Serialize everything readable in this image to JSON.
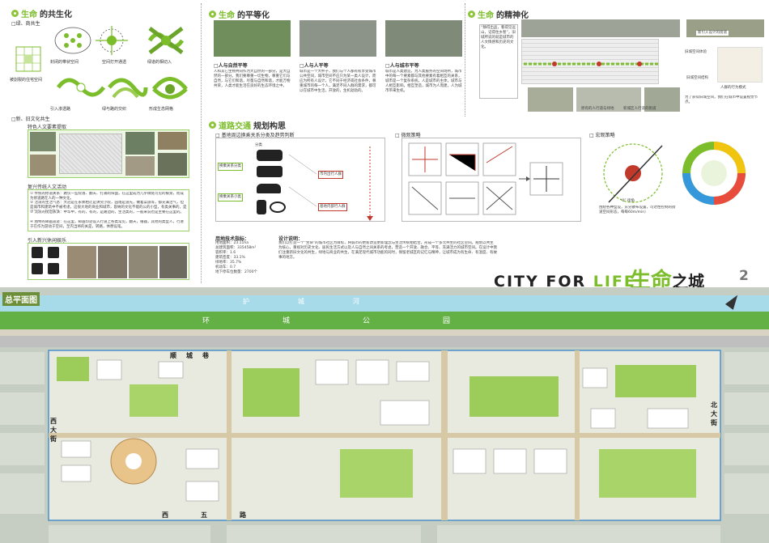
{
  "section_commensal": {
    "title_hl": "生命",
    "title_rest": "的共生化",
    "sub1": "□绿、商共生",
    "diagram1_labels": [
      "封闭的带状空间",
      "空间打开通透",
      "绿道的相切入"
    ],
    "diagram2_labels": [
      "被割裂的住宅空间",
      "引入渗透路",
      "绿与路的交织",
      "形成生态网格"
    ],
    "sub2": "□新、旧文化共生",
    "sub2a": "特色人文要素提取",
    "sub2b": "复兴传统人文活动",
    "activities": [
      "① 传统的修道关系：路仅一些院落、翻天、打捕的阳面，在这里成为几乎微处可见的被景，而成为修道路在人的一种文化。",
      "② 活泼的生活气息：大冠是在永奏相迁是讲究小院，园落是道先，做着菜旅等，都充满活气，但是城市和建筑中不被考虑，这很大地的商业和城市，容纳的文化不能的公的小型，有类关事的，是该很有，有的是的。",
      "③ 流浪的街边表演：中华中，有的，有的，是路边的，生活类的，一般来说也是主要在这里的。",
      "④ 独特的邮画遗迹：在这里，邮画印迹设入行道上各类常见，翻天，锤器，其他的类型人，行进于在作为游动于空间，至内当将的关是，转路，休憩设笔。"
    ],
    "sub2c": "引入新兴休闲娱乐"
  },
  "section_equality": {
    "title_hl": "生命",
    "title_rest": "的平等化",
    "items": [
      {
        "head": "□人与自然平等",
        "body": "人和其它生物共同作为大自然的一部分，是大自然的一部分。我们要尊重一切生物，尊重它们与自然，与它们和谐，尽量与自然和谐，才能万物共荣，人类才能生活在良好的生态环境之中。"
      },
      {
        "head": "□人与人平等",
        "body": "城市是一个大杯子，我们与个人都有权享受城市公共空间，城市空间不应只为某一类人设计，而应为所有人设计，它不同于经济或社会条件，尊重城市的每一个人，满足不同人群的需求，都可以在城市中生活，开放的，生机勃勃的。"
      },
      {
        "head": "□人与城市平等",
        "body": "城市是人类建造，为人类服务的空间场所，城市中的每一个要素都与其他要素有着相互的关系，城市是一个复杂系统，人是城市的主体，城市与人相互影响，相互塑造，城市为人而建，人为城市带来生机。"
      }
    ]
  },
  "section_spirit": {
    "title_hl": "生命",
    "title_rest": "的精神化",
    "text1": "“静得出品，看得见远山，记得住乡愁”，旧城所说的就是城市的人文情感和历史的文化。",
    "caption1": "新引入设计的街道",
    "caption2": "原有的人行道与绿地",
    "caption3": "新城区人行道的街道",
    "tag1": "旧城空间体验",
    "tag2": "旧城空间结构",
    "tag3": "人群的行为模式",
    "note": "为了获得旧城空间，我们在城市中设置视觉节点。"
  },
  "section_traffic": {
    "title_hl": "道路交通",
    "title_rest": "规划构思",
    "sub1": "□ 基地周边换乘关系分类及趋势判断",
    "sub2": "□ 微观策略",
    "sub3": "□ 宏观策略",
    "flow_labels": [
      "分类",
      "换乘关系分类",
      "换乘关系小类",
      "市内出行人群",
      "基地内部行人群"
    ],
    "macro_note": "“0” 街角",
    "macro_caption": "围绕各种型设，从分散布设置，可达性控制的街道空间形态，每每60m/min）"
  },
  "tech_specs": {
    "head": "用地技术指标：",
    "rows": [
      "用地面积：23.11ha",
      "总建筑面积：335458m²",
      "容积率：1.6",
      "建筑密度：33.1%",
      "绿地率：35.7%",
      "机动车：0.7",
      "地下停车位数量：2700个"
    ]
  },
  "design_notes": {
    "head": "设计说明：",
    "body": "我们以打造一个“生命”的城市社区为目标，将城市的更新改造更新理念与生活传统相结合，形成一个多元共生的社区空间。规划以共生为核心，重视对历史文化、居民生活方式以及人与自然之间关系的考虑，营造一个开放、融合、平等、充满活力的城市空间。在设计中我们注重新旧文化的共生，绿地与商业的共生，在满足现代城市功能的同时，保留老城区的记忆与精神，让城市成为有生命、有温度、有故事的地方。"
  },
  "banner": {
    "title_en_a": "CITY FOR ",
    "title_en_b": "LIFE",
    "title_cn_a": "生命",
    "title_cn_b": "之城",
    "page": "2"
  },
  "map": {
    "label": "总平面图",
    "river": "护城河",
    "park": "环城公园",
    "road_north": "顺城巷",
    "road_west": "西大街",
    "road_south": "西五路",
    "road_east": "北大街"
  },
  "colors": {
    "accent": "#7bbd2a",
    "map_bg": "#c6cec4",
    "river": "#a8dbe9",
    "park": "#63b045"
  }
}
